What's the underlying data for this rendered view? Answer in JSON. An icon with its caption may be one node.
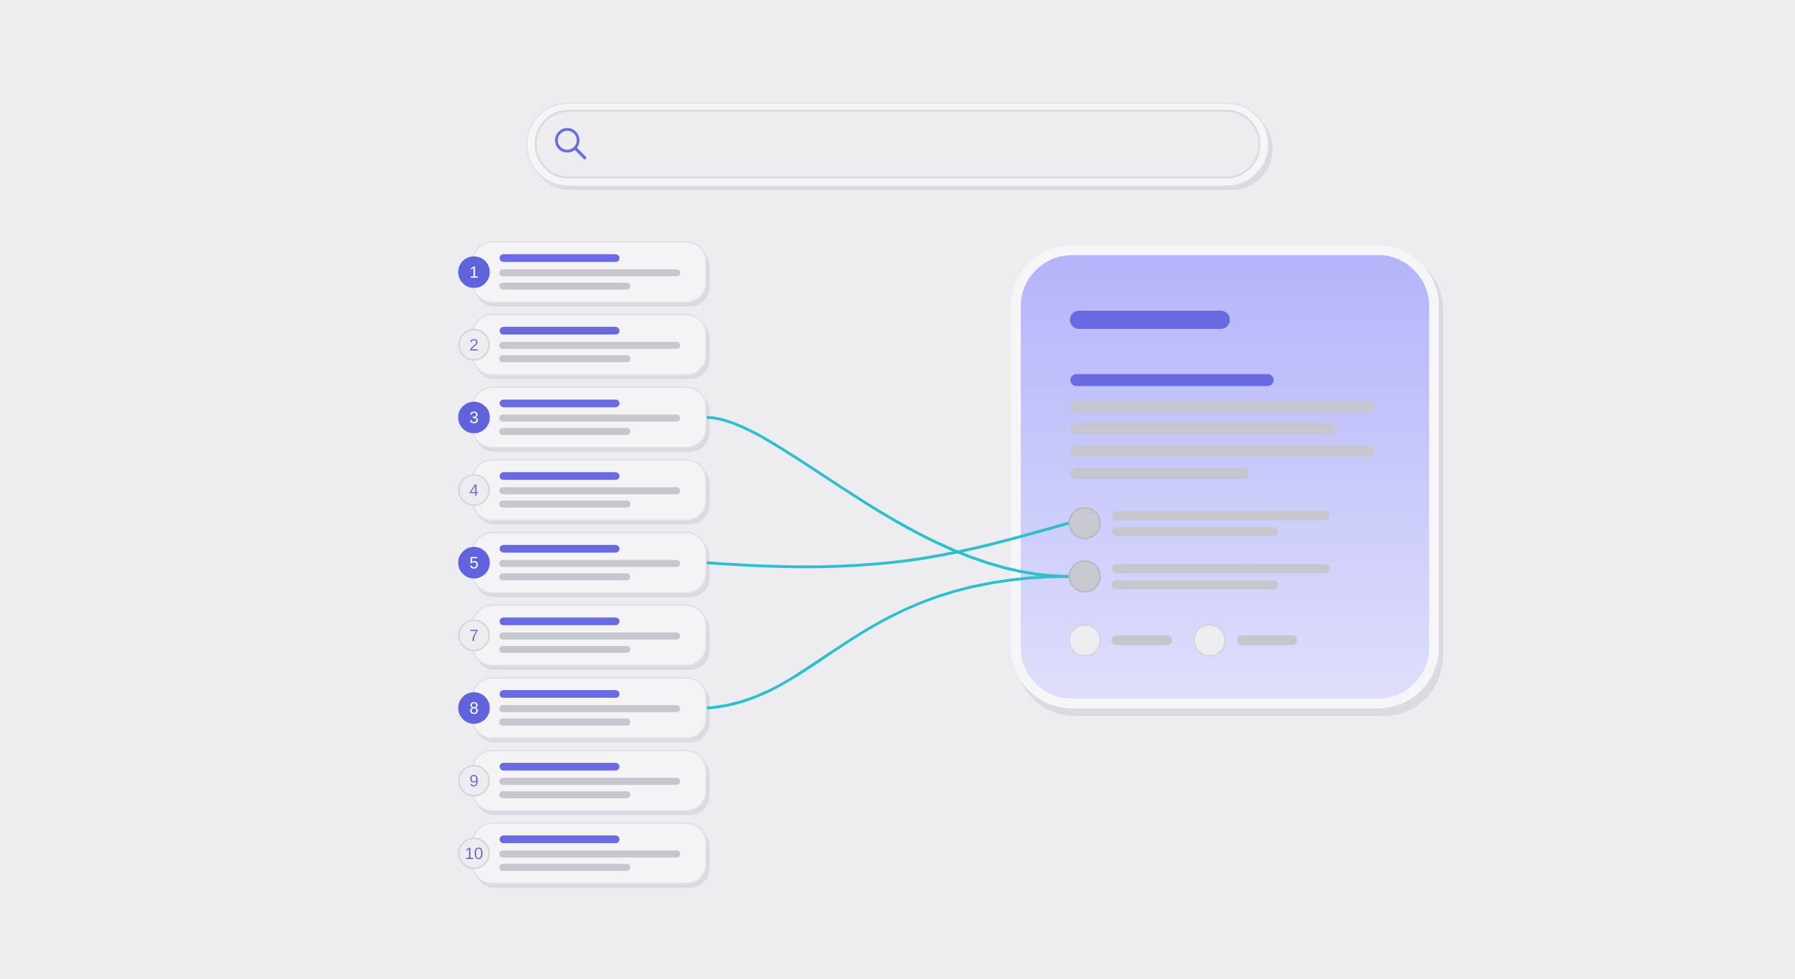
{
  "diagram": {
    "nodes": [
      {
        "text": [
          "1"
        ]
      },
      {
        "text": [
          "2"
        ]
      },
      {
        "text": [
          "3"
        ]
      },
      {
        "text": [
          "4"
        ]
      },
      {
        "text": [
          "5"
        ]
      },
      {
        "text": [
          "7"
        ]
      },
      {
        "text": [
          "8"
        ]
      },
      {
        "text": [
          "9"
        ]
      },
      {
        "text": [
          "10"
        ]
      },
      {
        "text": [],
        "shape": "box"
      },
      {
        "text": [],
        "shape": "circle",
        "in": 9
      },
      {
        "text": [],
        "shape": "circle",
        "in": 9
      }
    ],
    "edges": [
      {
        "from": 2,
        "to": 11,
        "arrow": "none"
      },
      {
        "from": 4,
        "to": 10,
        "arrow": "none"
      },
      {
        "from": 6,
        "to": 11,
        "arrow": "none"
      }
    ]
  }
}
